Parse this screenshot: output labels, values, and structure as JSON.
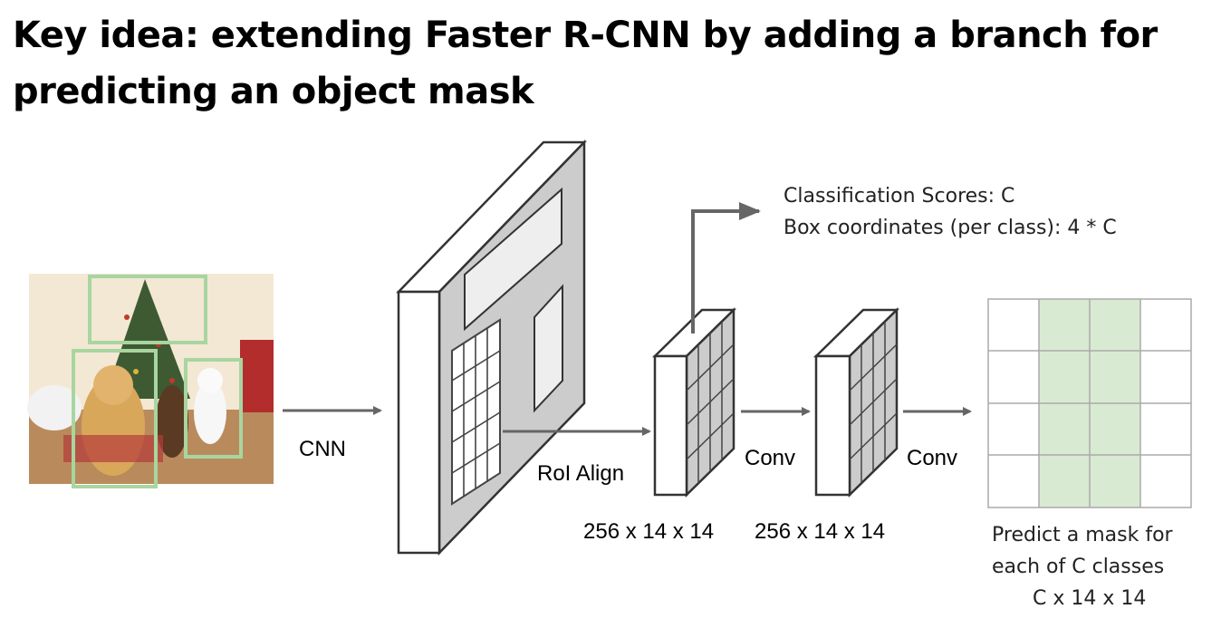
{
  "title": "Key idea: extending Faster R-CNN by adding a branch for predicting an object mask",
  "labels": {
    "cnn": "CNN",
    "roi_align": "RoI Align",
    "conv1": "Conv",
    "conv2": "Conv",
    "dims1": "256 x 14 x 14",
    "dims2": "256 x 14 x 14",
    "cls_scores": "Classification Scores: C",
    "box_coords": "Box coordinates (per class): 4 * C",
    "mask_line1": "Predict a mask for",
    "mask_line2": "each of C classes",
    "mask_line3": "C x 14 x 14"
  },
  "colors": {
    "box": "#a8d5a0",
    "mask_fill": "#d9ead3",
    "feature_face": "#cccccc",
    "arrow": "#666666"
  }
}
